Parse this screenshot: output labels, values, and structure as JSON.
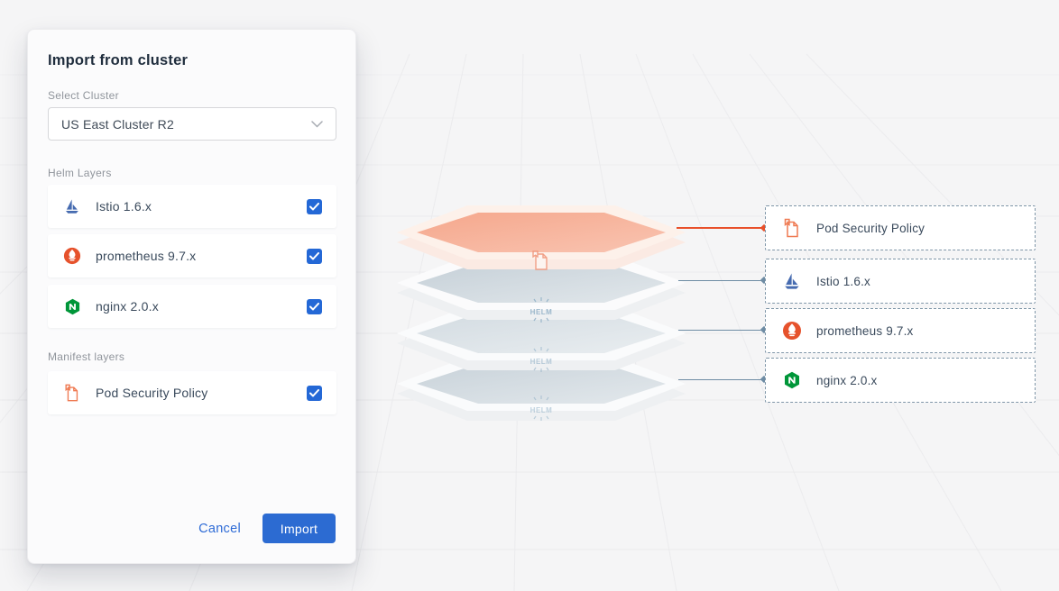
{
  "modal": {
    "title": "Import from cluster",
    "cluster_select": {
      "label": "Select Cluster",
      "value": "US East Cluster R2"
    },
    "helm_section": {
      "label": "Helm Layers",
      "items": [
        {
          "name": "Istio 1.6.x",
          "icon": "istio-icon",
          "checked": true
        },
        {
          "name": "prometheus 9.7.x",
          "icon": "prometheus-icon",
          "checked": true
        },
        {
          "name": "nginx 2.0.x",
          "icon": "nginx-icon",
          "checked": true
        }
      ]
    },
    "manifest_section": {
      "label": "Manifest layers",
      "items": [
        {
          "name": "Pod Security Policy",
          "icon": "manifest-file-icon",
          "checked": true
        }
      ]
    },
    "footer": {
      "cancel_label": "Cancel",
      "import_label": "Import"
    }
  },
  "diagram": {
    "helm_badge": "HELM",
    "boxes": [
      {
        "label": "Pod Security Policy",
        "icon": "manifest-file-icon",
        "connector_color": "#e8502a"
      },
      {
        "label": "Istio 1.6.x",
        "icon": "istio-icon",
        "connector_color": "#6e8ca4"
      },
      {
        "label": "prometheus 9.7.x",
        "icon": "prometheus-icon",
        "connector_color": "#6e8ca4"
      },
      {
        "label": "nginx 2.0.x",
        "icon": "nginx-icon",
        "connector_color": "#6e8ca4"
      }
    ]
  },
  "colors": {
    "accent_orange": "#e8502a",
    "steel_line": "#6e8ca4",
    "primary_blue": "#2c6bd2",
    "checkbox_blue": "#2468d6",
    "istio_blue": "#466bb0",
    "prometheus_orange": "#e6522c",
    "nginx_green": "#009639",
    "top_layer_fill": "#f7b29c",
    "gray_layer_fill": "#cdd6dd",
    "page_bg": "#f5f5f6"
  }
}
